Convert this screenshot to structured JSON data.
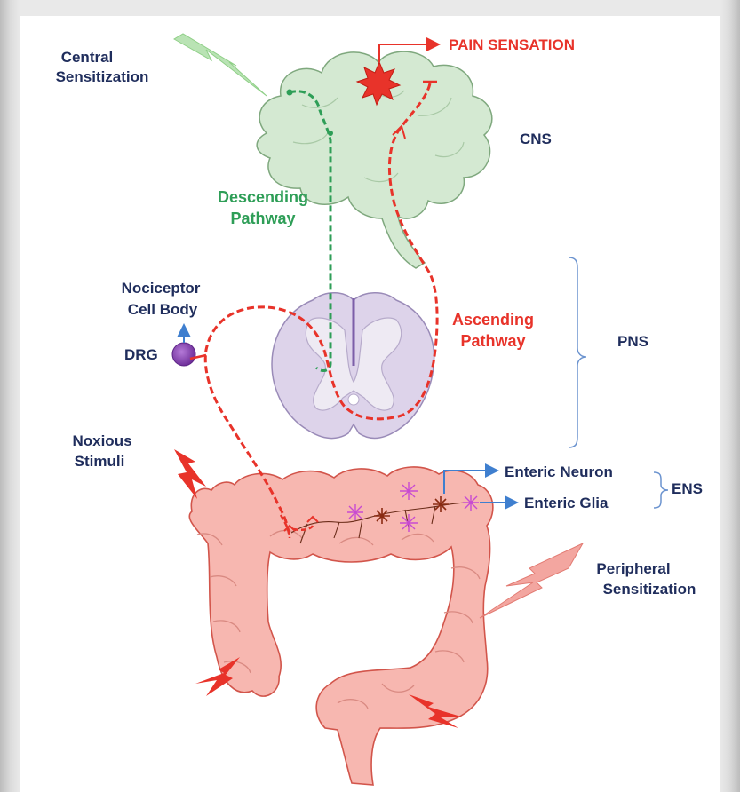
{
  "labels": {
    "pain_sensation": "PAIN SENSATION",
    "central_sensitization_1": "Central",
    "central_sensitization_2": "Sensitization",
    "cns": "CNS",
    "descending_1": "Descending",
    "descending_2": "Pathway",
    "nociceptor_1": "Nociceptor",
    "nociceptor_2": "Cell Body",
    "drg": "DRG",
    "ascending_1": "Ascending",
    "ascending_2": "Pathway",
    "pns": "PNS",
    "noxious_1": "Noxious",
    "noxious_2": "Stimuli",
    "enteric_neuron": "Enteric Neuron",
    "enteric_glia": "Enteric Glia",
    "ens": "ENS",
    "peripheral_1": "Peripheral",
    "peripheral_2": "Sensitization"
  },
  "colors": {
    "navy_text": "#1f2d5c",
    "red_text": "#e8332a",
    "green_text": "#2e9e57",
    "brain_fill": "#d4e9d2",
    "brain_stroke": "#7fa87e",
    "spinal_fill": "#ddd3ea",
    "spinal_stroke": "#9a8bb8",
    "colon_fill": "#f7b7b0",
    "colon_stroke": "#d2554b",
    "bracket_blue": "#6b93cf",
    "arrow_blue": "#3f7fcf",
    "bolt_red": "#e8332a",
    "bolt_green": "#b9e3b4"
  }
}
